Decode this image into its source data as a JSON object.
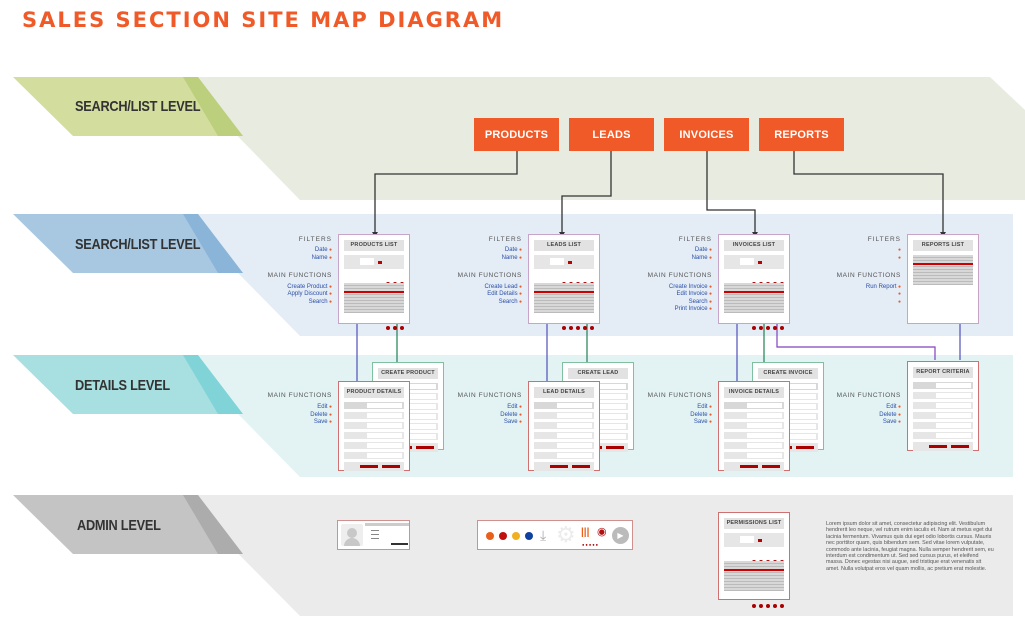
{
  "title": "SALES SECTION SITE MAP DIAGRAM",
  "colors": {
    "accent": "#f05a28",
    "row_link": "#2b4fa6",
    "dot": "#aa0000"
  },
  "bands": [
    {
      "label": "SEARCH/LIST LEVEL",
      "color": "#d2dd9e"
    },
    {
      "label": "SEARCH/LIST LEVEL",
      "color": "#a8c8e2"
    },
    {
      "label": "DETAILS LEVEL",
      "color": "#a8dfe0"
    },
    {
      "label": "ADMIN LEVEL",
      "color": "#c4c4c4"
    }
  ],
  "categories": [
    "PRODUCTS",
    "LEADS",
    "INVOICES",
    "REPORTS"
  ],
  "list_pages": [
    {
      "title": "PRODUCTS LIST",
      "filters_label": "FILTERS",
      "filters": [
        "Date",
        "Name"
      ],
      "functions_label": "MAIN FUNCTIONS",
      "functions": [
        "Create Product",
        "Apply Discount",
        "Search"
      ]
    },
    {
      "title": "LEADS LIST",
      "filters_label": "FILTERS",
      "filters": [
        "Date",
        "Name"
      ],
      "functions_label": "MAIN FUNCTIONS",
      "functions": [
        "Create Lead",
        "Edit Details",
        "Search"
      ]
    },
    {
      "title": "INVOICES LIST",
      "filters_label": "FILTERS",
      "filters": [
        "Date",
        "Name"
      ],
      "functions_label": "MAIN FUNCTIONS",
      "functions": [
        "Create Invoice",
        "Edit Invoice",
        "Search",
        "Print Invoice"
      ]
    },
    {
      "title": "REPORTS LIST",
      "filters_label": "FILTERS",
      "filters": [
        "",
        ""
      ],
      "functions_label": "MAIN FUNCTIONS",
      "functions": [
        "Run Report",
        "",
        ""
      ]
    }
  ],
  "detail_pages": [
    {
      "title": "PRODUCT DETAILS",
      "create_title": "CREATE PRODUCT",
      "functions_label": "MAIN FUNCTIONS",
      "functions": [
        "Edit",
        "Delete",
        "Save"
      ]
    },
    {
      "title": "LEAD  DETAILS",
      "create_title": "CREATE LEAD",
      "functions_label": "MAIN FUNCTIONS",
      "functions": [
        "Edit",
        "Delete",
        "Save"
      ]
    },
    {
      "title": "INVOICE  DETAILS",
      "create_title": "CREATE INVOICE",
      "functions_label": "MAIN FUNCTIONS",
      "functions": [
        "Edit",
        "Delete",
        "Save"
      ]
    },
    {
      "title": "REPORT CRITERIA",
      "create_title": "",
      "functions_label": "MAIN FUNCTIONS",
      "functions": [
        "Edit",
        "Delete",
        "Save"
      ]
    }
  ],
  "admin": {
    "permissions_title": "PERMISSIONS LIST",
    "icons": [
      "orange-badge-icon",
      "red-badge-icon",
      "yellow-badge-icon",
      "blue-badge-icon",
      "download-icon",
      "gear-icon",
      "sliders-icon",
      "map-pin-icon",
      "play-icon"
    ],
    "lorem": "Lorem ipsum dolor sit amet, consectetur adipiscing elit. Vestibulum hendrerit leo neque, vel rutrum enim iaculis et. Nam at metus eget dui lacinia fermentum. Vivamus quis dui eget odio lobortis cursus. Mauris nec porttitor quam, quis bibendum sem. Sed vitae lorem vulputate, commodo ante lacinia, feugiat magna. Nulla semper hendrerit sem, eu interdum est condimentum ut. Sed sed cursus purus, et eleifend massa. Donec egestas nisi augue, sed tristique erat venenatis sit amet. Nulla volutpat eros vel quam mollis, ac pretium erat molestie."
  }
}
